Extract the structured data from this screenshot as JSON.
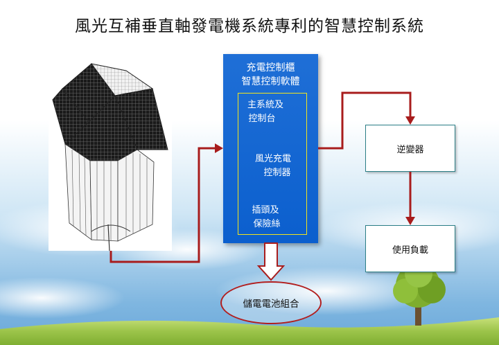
{
  "title": "風光互補垂直軸發電機系統專利的智慧控制系統",
  "controller": {
    "title_line1": "充電控制櫃",
    "title_line2": "智慧控制軟體",
    "main_line1": "主系統及",
    "main_line2": "控制台",
    "charger_line1": "風光充電",
    "charger_line2": "控制器",
    "plug_line1": "插頭及",
    "plug_line2": "保險絲"
  },
  "inverter_label": "逆變器",
  "load_label": "使用負載",
  "battery_label": "儲電電池組合",
  "colors": {
    "controller_blue": "#0b5fce",
    "arrow_red": "#a81c1c",
    "box_border": "#2a7e86",
    "inner_border": "#f5e61a"
  }
}
